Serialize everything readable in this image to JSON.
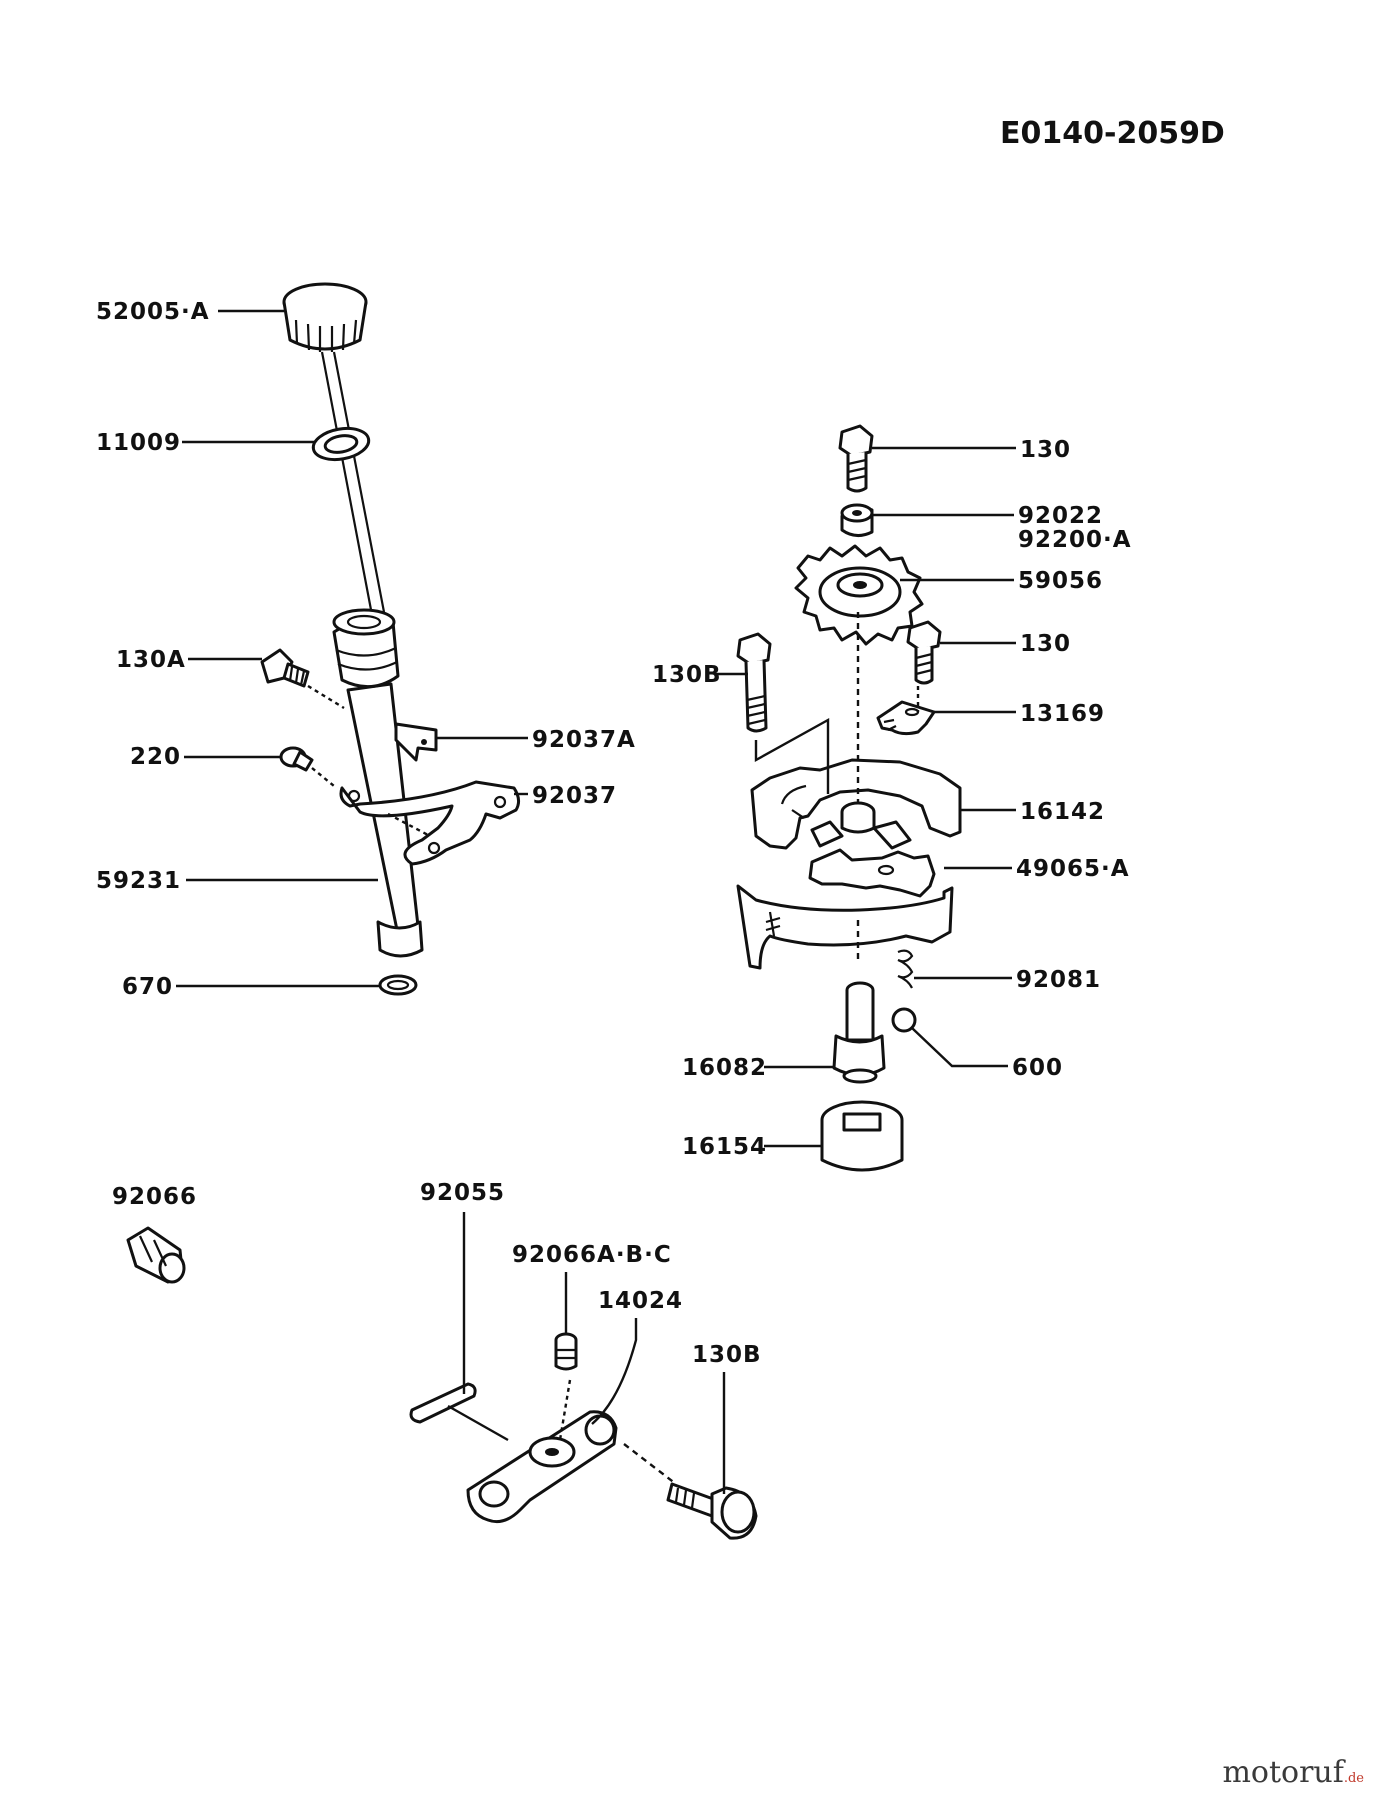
{
  "diagram_code": "E0140-2059D",
  "labels": {
    "p52005A": "52005·A",
    "p11009": "11009",
    "p130A": "130A",
    "p220": "220",
    "p92037A": "92037A",
    "p92037": "92037",
    "p59231": "59231",
    "p670": "670",
    "p130_top": "130",
    "p92022": "92022",
    "p92200A": "92200·A",
    "p59056": "59056",
    "p130_mid": "130",
    "p130B_left": "130B",
    "p13169": "13169",
    "p16142": "16142",
    "p49065A": "49065·A",
    "p92081": "92081",
    "p600": "600",
    "p16082": "16082",
    "p16154": "16154",
    "p92066": "92066",
    "p92055": "92055",
    "p92066ABC": "92066A·B·C",
    "p14024": "14024",
    "p130B_bottom": "130B"
  },
  "watermark": {
    "brand": "motoruf",
    "suffix": ".de"
  }
}
